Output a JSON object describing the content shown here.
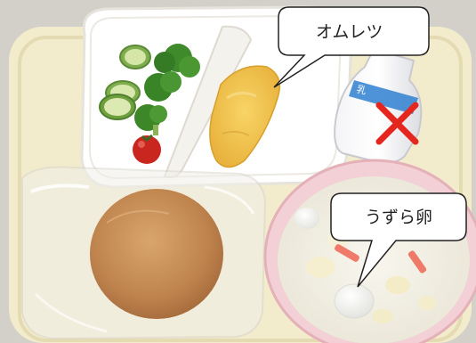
{
  "callouts": {
    "omelet": "オムレツ",
    "quail_egg": "うずら卵"
  },
  "bottle": {
    "label": "乳"
  },
  "icons": {
    "no_milk": "cross-mark-icon"
  },
  "colors": {
    "tray": "#f3eccd",
    "cross": "#e5261e",
    "omelet": "#f0c44a",
    "broccoli": "#3f8a2b",
    "tomato": "#c8261f",
    "bread": "#c48a55",
    "bottle_label": "#2f7fd0"
  }
}
